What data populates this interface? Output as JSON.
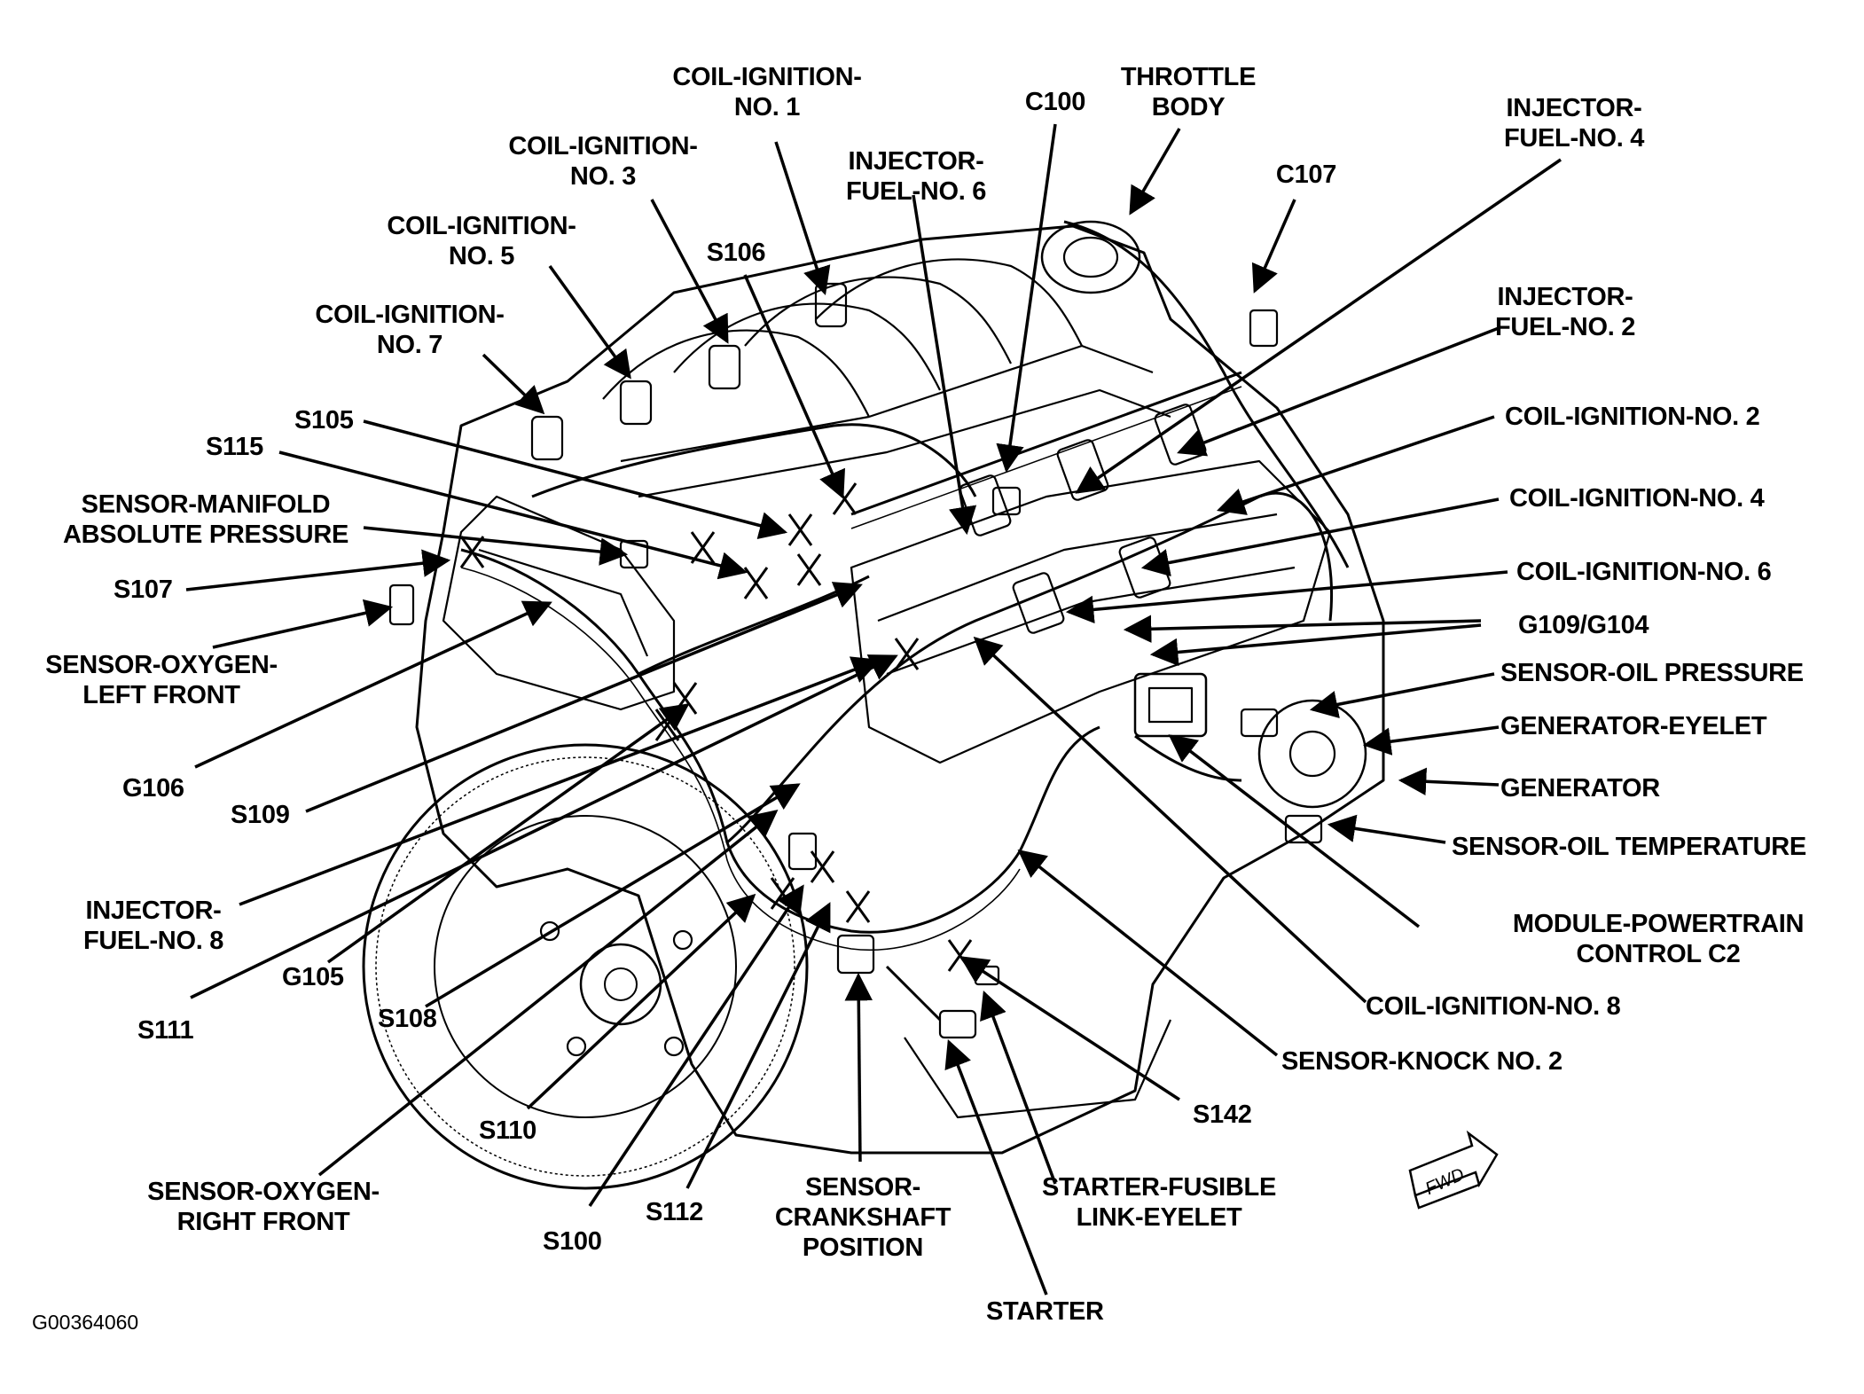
{
  "figure_id": "G00364060",
  "fwd_label": "FWD",
  "labels": {
    "coil1": "COIL-IGNITION-\nNO. 1",
    "coil3": "COIL-IGNITION-\nNO. 3",
    "coil5": "COIL-IGNITION-\nNO. 5",
    "coil7": "COIL-IGNITION-\nNO. 7",
    "s106": "S106",
    "inj6": "INJECTOR-\nFUEL-NO. 6",
    "c100": "C100",
    "throttle": "THROTTLE\nBODY",
    "c107": "C107",
    "inj4": "INJECTOR-\nFUEL-NO. 4",
    "inj2": "INJECTOR-\nFUEL-NO. 2",
    "coil2": "COIL-IGNITION-NO. 2",
    "coil4": "COIL-IGNITION-NO. 4",
    "coil6": "COIL-IGNITION-NO. 6",
    "g109": "G109/G104",
    "oilpress": "SENSOR-OIL PRESSURE",
    "geneyelet": "GENERATOR-EYELET",
    "generator": "GENERATOR",
    "oiltemp": "SENSOR-OIL TEMPERATURE",
    "pcm": "MODULE-POWERTRAIN\nCONTROL C2",
    "coil8": "COIL-IGNITION-NO. 8",
    "knock2": "SENSOR-KNOCK NO. 2",
    "s142": "S142",
    "fusible": "STARTER-FUSIBLE\nLINK-EYELET",
    "starter": "STARTER",
    "crank": "SENSOR-\nCRANKSHAFT\nPOSITION",
    "s112": "S112",
    "s100": "S100",
    "s110": "S110",
    "o2right": "SENSOR-OXYGEN-\nRIGHT FRONT",
    "s108": "S108",
    "s111": "S111",
    "g105": "G105",
    "inj8": "INJECTOR-\nFUEL-NO. 8",
    "s109": "S109",
    "g106": "G106",
    "o2left": "SENSOR-OXYGEN-\nLEFT FRONT",
    "s107": "S107",
    "map": "SENSOR-MANIFOLD\nABSOLUTE PRESSURE",
    "s115": "S115",
    "s105": "S105"
  }
}
